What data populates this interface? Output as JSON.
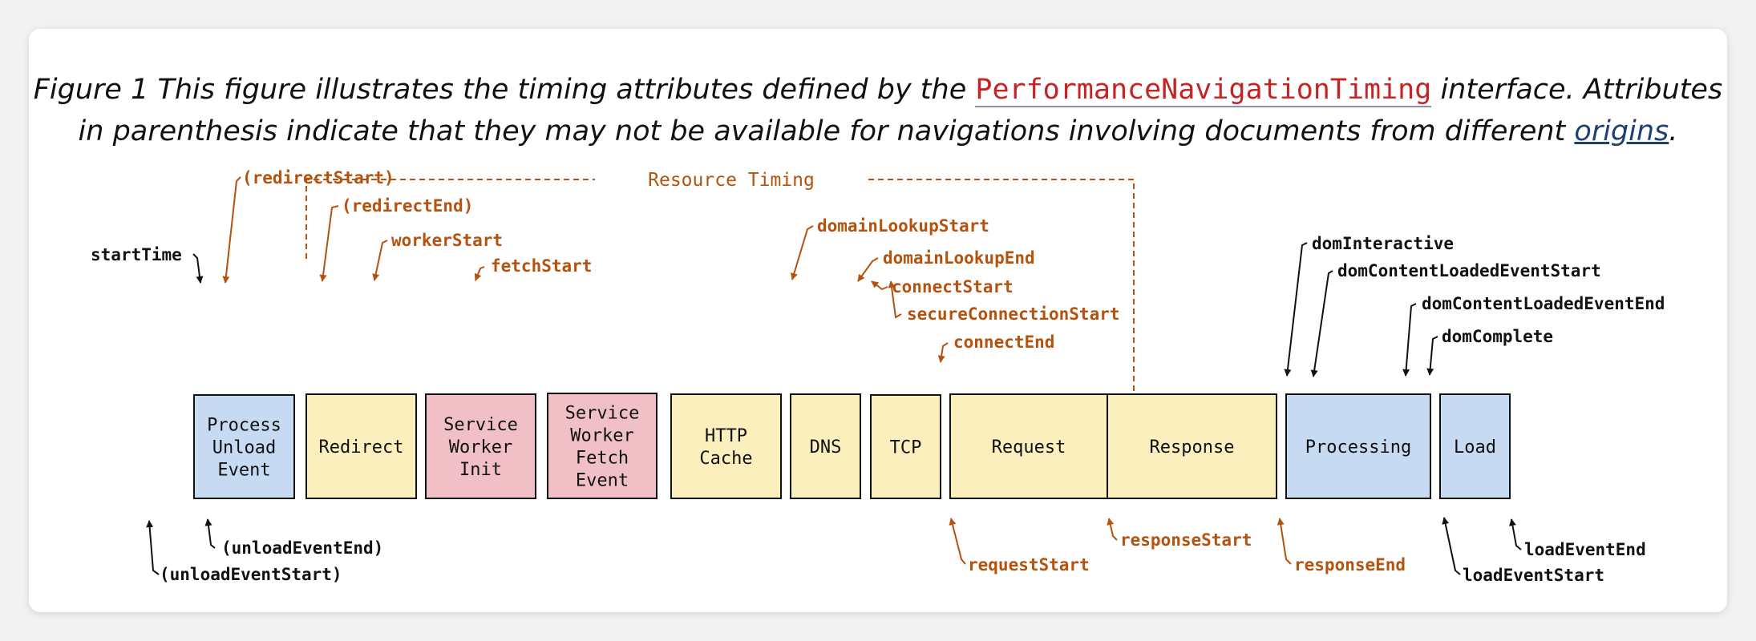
{
  "caption": {
    "figure_label": "Figure 1",
    "text_before": " This figure illustrates the timing attributes defined by the ",
    "interface_link": "PerformanceNavigationTiming",
    "text_middle": " interface. Attributes",
    "text_line2": "in parenthesis indicate that they may not be available for navigations involving documents from different ",
    "origins_link": "origins",
    "text_end": "."
  },
  "resource_timing_label": "Resource Timing",
  "colors": {
    "accent": "#b5520e",
    "black": "#111111",
    "blue_box": "#c6dbf2",
    "yellow_box": "#fbefbe",
    "pink_box": "#f1c0c6"
  },
  "phases": [
    {
      "id": "process-unload-event",
      "lines": [
        "Process",
        "Unload",
        "Event"
      ],
      "color": "blue"
    },
    {
      "id": "redirect",
      "lines": [
        "Redirect"
      ],
      "color": "yellow"
    },
    {
      "id": "service-worker-init",
      "lines": [
        "Service",
        "Worker",
        "Init"
      ],
      "color": "pink"
    },
    {
      "id": "service-worker-fetch-event",
      "lines": [
        "Service",
        "Worker",
        "Fetch",
        "Event"
      ],
      "color": "pink"
    },
    {
      "id": "http-cache",
      "lines": [
        "HTTP",
        "Cache"
      ],
      "color": "yellow"
    },
    {
      "id": "dns",
      "lines": [
        "DNS"
      ],
      "color": "yellow"
    },
    {
      "id": "tcp",
      "lines": [
        "TCP"
      ],
      "color": "yellow"
    },
    {
      "id": "request",
      "lines": [
        "Request"
      ],
      "color": "yellow"
    },
    {
      "id": "response",
      "lines": [
        "Response"
      ],
      "color": "yellow"
    },
    {
      "id": "processing",
      "lines": [
        "Processing"
      ],
      "color": "blue"
    },
    {
      "id": "load",
      "lines": [
        "Load"
      ],
      "color": "blue"
    }
  ],
  "attributes": [
    {
      "id": "startTime",
      "label": "startTime",
      "color": "black"
    },
    {
      "id": "unloadEventStart",
      "label": "(unloadEventStart)",
      "color": "black"
    },
    {
      "id": "unloadEventEnd",
      "label": "(unloadEventEnd)",
      "color": "black"
    },
    {
      "id": "redirectStart",
      "label": "(redirectStart)",
      "color": "accent"
    },
    {
      "id": "redirectEnd",
      "label": "(redirectEnd)",
      "color": "accent"
    },
    {
      "id": "workerStart",
      "label": "workerStart",
      "color": "accent"
    },
    {
      "id": "fetchStart",
      "label": "fetchStart",
      "color": "accent"
    },
    {
      "id": "domainLookupStart",
      "label": "domainLookupStart",
      "color": "accent"
    },
    {
      "id": "domainLookupEnd",
      "label": "domainLookupEnd",
      "color": "accent"
    },
    {
      "id": "connectStart",
      "label": "connectStart",
      "color": "accent"
    },
    {
      "id": "secureConnectionStart",
      "label": "secureConnectionStart",
      "color": "accent"
    },
    {
      "id": "connectEnd",
      "label": "connectEnd",
      "color": "accent"
    },
    {
      "id": "requestStart",
      "label": "requestStart",
      "color": "accent"
    },
    {
      "id": "responseStart",
      "label": "responseStart",
      "color": "accent"
    },
    {
      "id": "responseEnd",
      "label": "responseEnd",
      "color": "accent"
    },
    {
      "id": "domInteractive",
      "label": "domInteractive",
      "color": "black"
    },
    {
      "id": "domContentLoadedEventStart",
      "label": "domContentLoadedEventStart",
      "color": "black"
    },
    {
      "id": "domContentLoadedEventEnd",
      "label": "domContentLoadedEventEnd",
      "color": "black"
    },
    {
      "id": "domComplete",
      "label": "domComplete",
      "color": "black"
    },
    {
      "id": "loadEventStart",
      "label": "loadEventStart",
      "color": "black"
    },
    {
      "id": "loadEventEnd",
      "label": "loadEventEnd",
      "color": "black"
    }
  ]
}
